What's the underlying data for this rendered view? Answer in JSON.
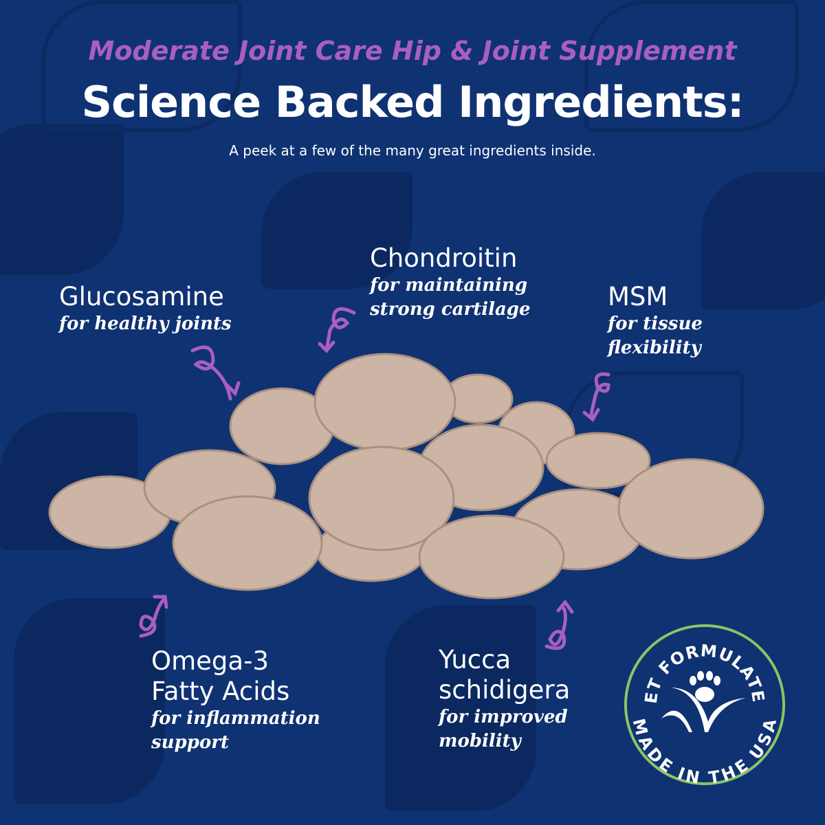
{
  "header": {
    "supertitle": "Moderate Joint Care Hip & Joint Supplement",
    "title": "Science Backed Ingredients:",
    "subtitle": "A peek at a few of the many great ingredients inside."
  },
  "ingredients": [
    {
      "name": "Glucosamine",
      "desc": "for healthy joints"
    },
    {
      "name": "Chondroitin",
      "desc1": "for maintaining",
      "desc2": "strong cartilage"
    },
    {
      "name": "MSM",
      "desc1": "for tissue",
      "desc2": "flexibility"
    },
    {
      "name1": "Omega-3",
      "name2": "Fatty Acids",
      "desc1": "for inflammation",
      "desc2": "support"
    },
    {
      "name1": "Yucca",
      "name2": "schidigera",
      "desc1": "for improved",
      "desc2": "mobility"
    }
  ],
  "badge": {
    "top": "VET FORMULATED",
    "bottom": "MADE IN THE USA"
  },
  "colors": {
    "background": "#0f3272",
    "accent": "#a95fc0",
    "badge_ring": "#8cc466",
    "tablet": "#cdb5a5"
  }
}
